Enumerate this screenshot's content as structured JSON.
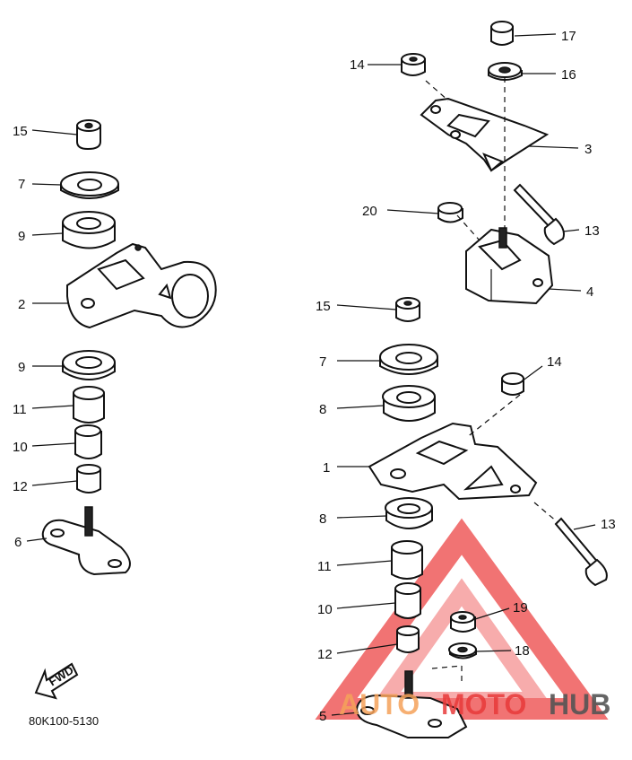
{
  "diagram": {
    "callouts_left": {
      "c15": "15",
      "c7": "7",
      "c9a": "9",
      "c2": "2",
      "c9b": "9",
      "c11": "11",
      "c10": "10",
      "c12": "12",
      "c6": "6"
    },
    "callouts_right": {
      "c17": "17",
      "c14a": "14",
      "c16": "16",
      "c3": "3",
      "c20": "20",
      "c13a": "13",
      "c4": "4",
      "c15": "15",
      "c7": "7",
      "c14b": "14",
      "c8a": "8",
      "c1": "1",
      "c8b": "8",
      "c13b": "13",
      "c11": "11",
      "c19": "19",
      "c10": "10",
      "c12": "12",
      "c18": "18",
      "c5": "5"
    },
    "fwd_label": "FWD",
    "part_code": "80K100-5130"
  },
  "watermark": {
    "text_part1": "AUTO",
    "text_part2": "MOTO",
    "text_part3": "HUB",
    "colors": {
      "orange": "#f5a25a",
      "red": "#e83a3a",
      "gray": "#555555"
    }
  }
}
